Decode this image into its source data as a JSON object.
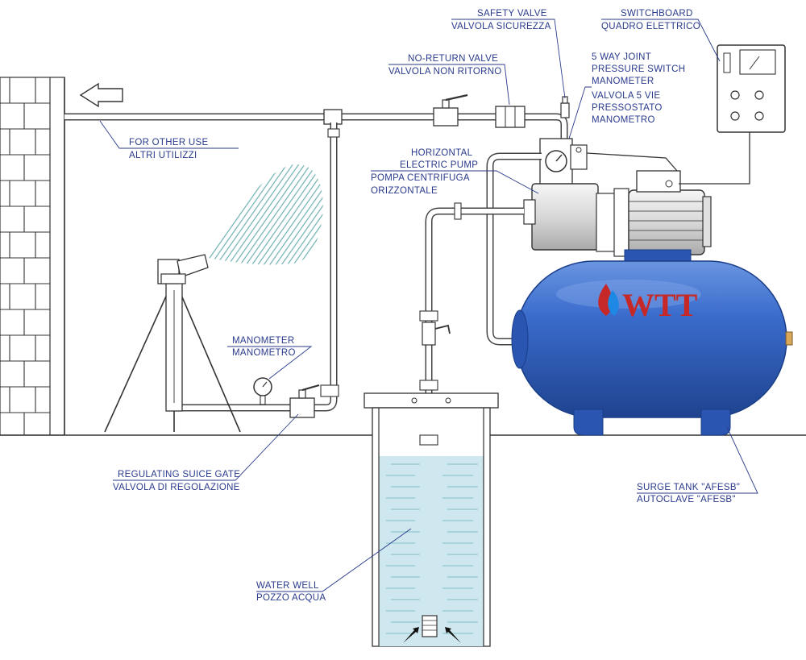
{
  "labels": {
    "safety_valve": [
      "SAFETY VALVE",
      "VALVOLA SICUREZZA"
    ],
    "switchboard": [
      "SWITCHBOARD",
      "QUADRO ELETTRICO"
    ],
    "no_return_valve": [
      "NO-RETURN VALVE",
      "VALVOLA NON RITORNO"
    ],
    "five_way_joint": [
      "5 WAY JOINT",
      "PRESSURE SWITCH",
      "MANOMETER",
      "VALVOLA 5 VIE",
      "PRESSOSTATO",
      "MANOMETRO"
    ],
    "other_use": [
      "FOR OTHER USE",
      "ALTRI UTILIZZI"
    ],
    "electric_pump": [
      "HORIZONTAL",
      "ELECTRIC PUMP",
      "POMPA CENTRIFUGA",
      "ORIZZONTALE"
    ],
    "manometer": [
      "MANOMETER",
      "MANOMETRO"
    ],
    "regulating_gate": [
      "REGULATING SUICE GATE",
      "VALVOLA DI REGOLAZIONE"
    ],
    "surge_tank": [
      "SURGE TANK \"AFESB\"",
      "AUTOCLAVE \"AFESB\""
    ],
    "water_well": [
      "WATER WELL",
      "POZZO ACQUA"
    ]
  },
  "logo": {
    "text": "WTT"
  },
  "colors": {
    "tank": "#2f5db8",
    "tank_dark": "#1d3f8c",
    "water": "#cfe8ef",
    "spray": "#5fa8a8",
    "label": "#2a3a8c",
    "logo_red": "#c62828"
  }
}
